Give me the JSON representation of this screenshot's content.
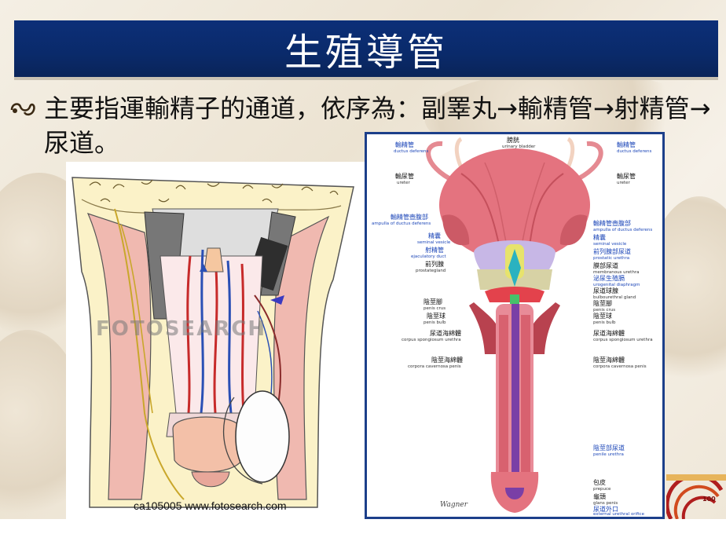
{
  "slide": {
    "title": "生殖導管",
    "bullet_text": "主要指運輸精子的通道，依序為：副睪丸→輸精管→射精管→尿道。"
  },
  "left_figure": {
    "watermark": "FOTOSEARCH",
    "caption": "ca105005 www.fotosearch.com"
  },
  "right_figure": {
    "labels_left": [
      {
        "zh": "輸精管",
        "en": "ductus deferens",
        "blue": true
      },
      {
        "zh": "輸尿管",
        "en": "ureter",
        "blue": false
      },
      {
        "zh": "輸精管壺腹部",
        "en": "ampulla of ductus deferens",
        "blue": true
      },
      {
        "zh": "精囊",
        "en": "seminal vesicle",
        "blue": true
      },
      {
        "zh": "射精管",
        "en": "ejaculatory duct",
        "blue": true
      },
      {
        "zh": "前列腺",
        "en": "prostategland",
        "blue": false
      },
      {
        "zh": "陰莖腳",
        "en": "penis crus",
        "blue": false
      },
      {
        "zh": "陰莖球",
        "en": "penis bulb",
        "blue": false
      },
      {
        "zh": "尿道海綿體",
        "en": "corpus spongiosum urethra",
        "blue": false
      },
      {
        "zh": "陰莖海綿體",
        "en": "corpora cavernosa penis",
        "blue": false
      }
    ],
    "labels_top": {
      "zh": "膀胱",
      "en": "urinary bladder"
    },
    "labels_right": [
      {
        "zh": "輸精管",
        "en": "ductus deferens",
        "blue": true
      },
      {
        "zh": "輸尿管",
        "en": "ureter",
        "blue": false
      },
      {
        "zh": "輸精管壺腹部",
        "en": "ampulla of ductus deferens",
        "blue": true
      },
      {
        "zh": "精囊",
        "en": "seminal vesicle",
        "blue": true
      },
      {
        "zh": "前列腺部尿道",
        "en": "prostatic urethra",
        "blue": true
      },
      {
        "zh": "膜部尿道",
        "en": "membranous urethra",
        "blue": false
      },
      {
        "zh": "泌尿生殖膈",
        "en": "urogenital diaphragm",
        "blue": true
      },
      {
        "zh": "尿道球腺",
        "en": "bulbourethral gland",
        "blue": false
      },
      {
        "zh": "陰莖腳",
        "en": "penis crus",
        "blue": false
      },
      {
        "zh": "陰莖球",
        "en": "penis bulb",
        "blue": false
      },
      {
        "zh": "尿道海綿體",
        "en": "corpus spongiosum urethra",
        "blue": false
      },
      {
        "zh": "陰莖海綿體",
        "en": "corpora cavernosa penis",
        "blue": false
      },
      {
        "zh": "陰莖部尿道",
        "en": "penile urethra",
        "blue": true
      },
      {
        "zh": "包皮",
        "en": "prepuce",
        "blue": false
      },
      {
        "zh": "龜頭",
        "en": "glans penis",
        "blue": false
      },
      {
        "zh": "尿道外口",
        "en": "external urethral orifice",
        "blue": true
      }
    ],
    "signature": "Wagner"
  },
  "corner_logo": {
    "number": "100"
  },
  "colors": {
    "title_bar": "#0a2a6a",
    "frame_blue": "#1c3f8a",
    "label_blue": "#1d47b8",
    "tissue_pink": "#e4737f",
    "urethra_purple": "#7a3fa6"
  }
}
